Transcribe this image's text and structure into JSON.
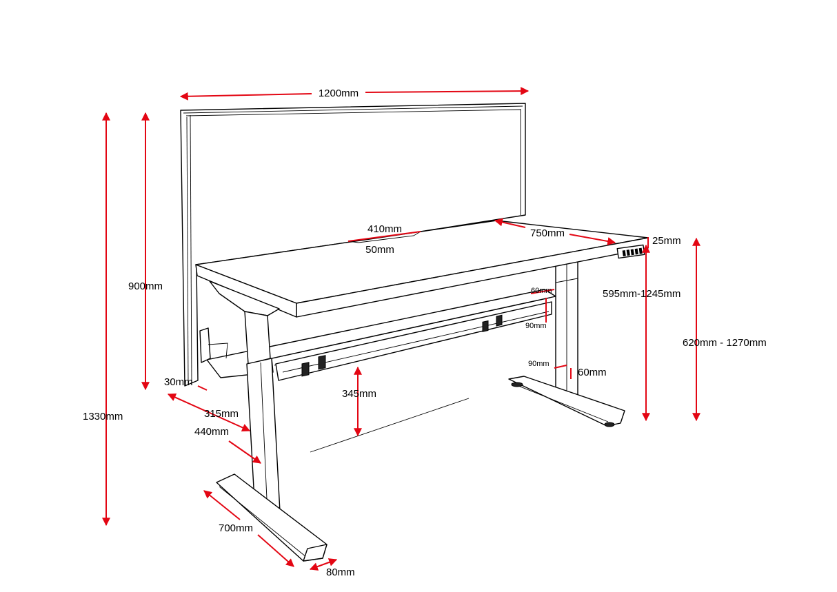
{
  "diagram": {
    "type": "technical-drawing",
    "subject": "height-adjustable desk with modesty screen",
    "accent_color": "#e30613",
    "line_color": "#000000",
    "dimensions": {
      "screen_width": "1200mm",
      "desk_depth": "750mm",
      "cable_port_length": "410mm",
      "cable_port_width": "50mm",
      "top_thickness": "25mm",
      "screen_height": "900mm",
      "overall_height": "1330mm",
      "desk_height_range": "595mm-1245mm",
      "screen_height_range": "620mm - 1270mm",
      "screen_gap": "30mm",
      "column_upper_a": "60mm",
      "column_upper_b": "90mm",
      "column_lower_a": "90mm",
      "column_lower_b": "60mm",
      "beam_clearance": "345mm",
      "offset_a": "315mm",
      "offset_b": "440mm",
      "foot_length": "700mm",
      "foot_width": "80mm"
    }
  }
}
